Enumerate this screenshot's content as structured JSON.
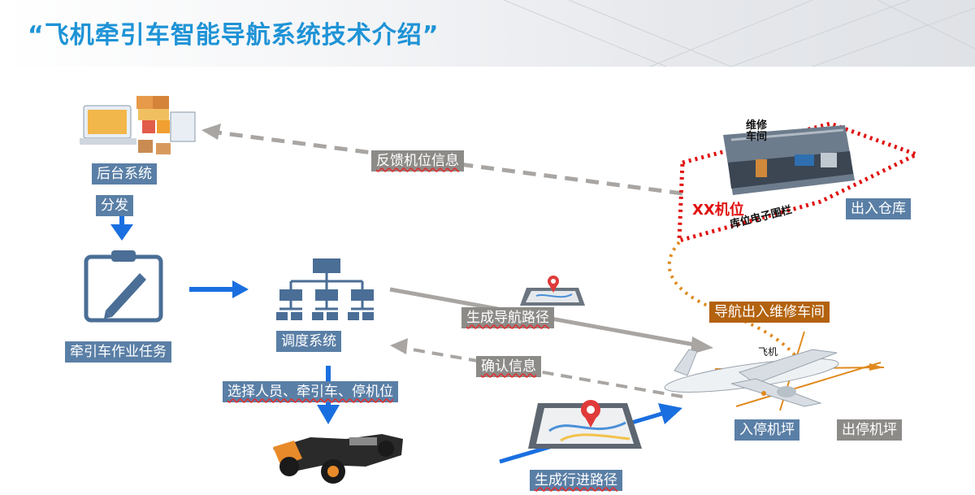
{
  "title": "“飞机牵引车智能导航系统技术介绍”",
  "labels": {
    "backend": "后台系统",
    "distribute": "分发",
    "task": "牵引车作业任务",
    "dispatch": "调度系统",
    "select": "选择人员、牵引车、停机位",
    "feedback": "反馈机位信息",
    "gen_nav": "生成导航路径",
    "confirm": "确认信息",
    "gen_travel": "生成行进路径",
    "warehouse": "出入仓库",
    "nav_workshop": "导航出入维修车间",
    "enter_apron": "入停机坪",
    "exit_apron": "出停机坪",
    "xx_stand": "XX机位",
    "geofence": "库位电子围栏",
    "repair_workshop": "维修车间",
    "aircraft": "飞机"
  },
  "colors": {
    "title": "#1f93d6",
    "blue_label": "#5a7fa6",
    "gray_label": "#8d8b88",
    "orange_label": "#b3620d",
    "arrow_blue": "#1a6fe0",
    "arrow_gray": "#a8a5a2",
    "fence_red": "#e01010",
    "path_orange": "#e08a1e"
  },
  "icons": [
    "warehouse-computer-icon",
    "clipboard-icon",
    "org-chart-icon",
    "map-pin-tablet-icon",
    "tow-tractor-image",
    "aircraft-image",
    "workshop-photo"
  ]
}
